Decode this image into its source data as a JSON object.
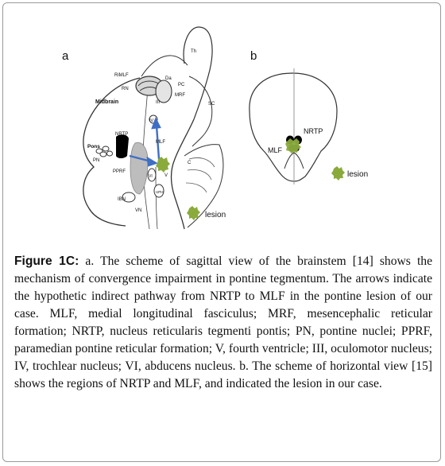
{
  "panel_a": {
    "label": "a",
    "labels": {
      "th": "Th",
      "rimlf": "RiMLF",
      "da": "Da",
      "rn": "RN",
      "pc": "PC",
      "mrf": "MRF",
      "iii": "III",
      "sc": "SC",
      "midbrain": "Midbrain",
      "iv": "IV",
      "nrtp": "NRTP",
      "mlf": "MLF",
      "pons": "Pons",
      "pn": "PN",
      "pprf": "PPRF",
      "vi": "VI",
      "v": "V",
      "c": "C",
      "ibn": "IBN",
      "vn": "VN",
      "uph": "UPH",
      "lesion": "lesion"
    }
  },
  "panel_b": {
    "label": "b",
    "labels": {
      "nrtp": "NRTP",
      "mlf": "MLF",
      "lesion": "lesion"
    }
  },
  "colors": {
    "lesion": "#8aab3c",
    "arrow": "#3f6fc4",
    "nucleus": "#000000",
    "pprf_fill": "#bdbdbd"
  },
  "caption": {
    "label": "Figure 1C:",
    "text": " a. The scheme of sagittal view of the brainstem [14] shows the mechanism of convergence impairment in pontine tegmentum. The arrows indicate the hypothetic indirect pathway from NRTP to MLF in the pontine lesion of our case. MLF, medial longitudinal fasciculus; MRF, mesencephalic reticular formation; NRTP, nucleus reticularis tegmenti pontis; PN, pontine nuclei; PPRF, paramedian pontine reticular formation; V, fourth ventricle; III, oculomotor nucleus; IV, trochlear nucleus; VI, abducens nucleus. b. The scheme of horizontal view [15] shows the regions of NRTP and MLF, and indicated the lesion in our case."
  }
}
